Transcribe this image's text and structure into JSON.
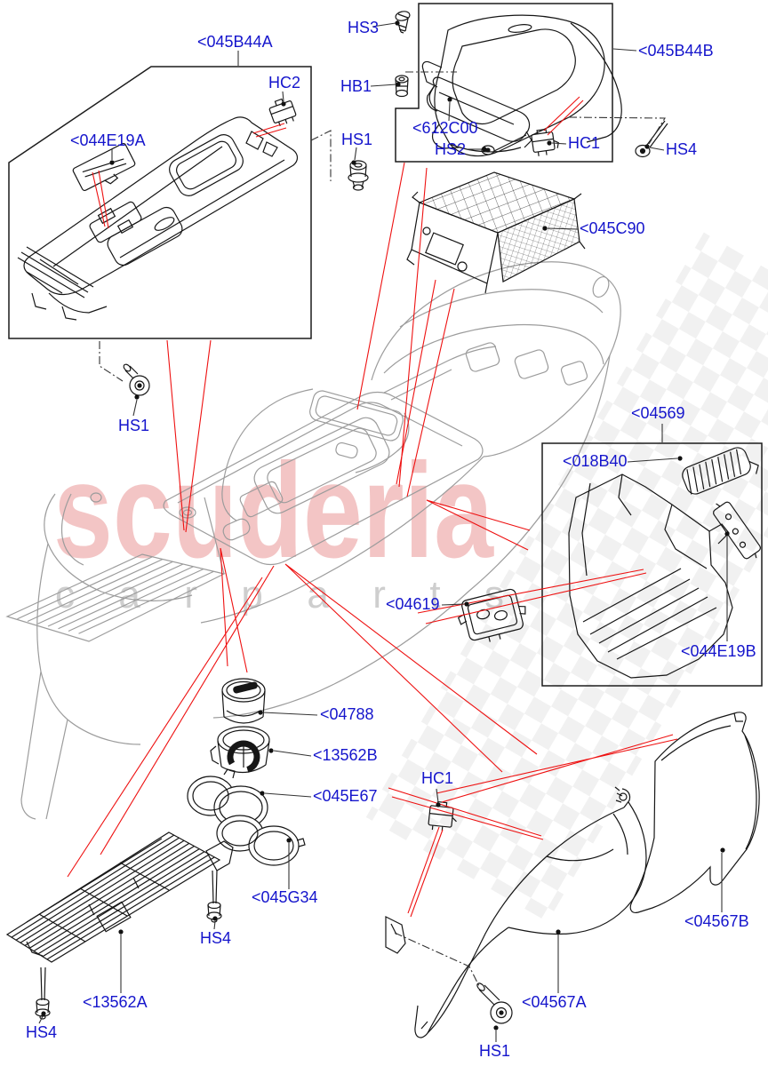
{
  "watermark": {
    "brand": "scuderia",
    "subtext": "c a r   p a r t s",
    "brand_color": "#e06060",
    "subtext_color": "#c9c9c9",
    "checker_color": "#e2e2e2"
  },
  "colors": {
    "label": "#1515cc",
    "leader_red": "#ee1111",
    "part_line": "#161616",
    "console_line": "#9c9c9c"
  },
  "labels": [
    {
      "id": "045B44A",
      "text": "<045B44A"
    },
    {
      "id": "HS3",
      "text": "HS3"
    },
    {
      "id": "HB1",
      "text": "HB1"
    },
    {
      "id": "HC2",
      "text": "HC2"
    },
    {
      "id": "044E19A",
      "text": "<044E19A"
    },
    {
      "id": "HS1-top",
      "text": "HS1"
    },
    {
      "id": "045B44B",
      "text": "<045B44B"
    },
    {
      "id": "612C00",
      "text": "<612C00"
    },
    {
      "id": "HS2",
      "text": "HS2"
    },
    {
      "id": "HC1-top",
      "text": "HC1"
    },
    {
      "id": "HS4-top",
      "text": "HS4"
    },
    {
      "id": "045C90",
      "text": "<045C90"
    },
    {
      "id": "HS1-mid",
      "text": "HS1"
    },
    {
      "id": "04569",
      "text": "<04569"
    },
    {
      "id": "018B40",
      "text": "<018B40"
    },
    {
      "id": "04619",
      "text": "<04619"
    },
    {
      "id": "044E19B",
      "text": "<044E19B"
    },
    {
      "id": "04788",
      "text": "<04788"
    },
    {
      "id": "13562B",
      "text": "<13562B"
    },
    {
      "id": "045E67",
      "text": "<045E67"
    },
    {
      "id": "045G34",
      "text": "<045G34"
    },
    {
      "id": "HS4-mid",
      "text": "HS4"
    },
    {
      "id": "13562A",
      "text": "<13562A"
    },
    {
      "id": "HS4-bl",
      "text": "HS4"
    },
    {
      "id": "HC1-bot",
      "text": "HC1"
    },
    {
      "id": "04567B",
      "text": "<04567B"
    },
    {
      "id": "04567A",
      "text": "<04567A"
    },
    {
      "id": "HS1-bot",
      "text": "HS1"
    }
  ]
}
